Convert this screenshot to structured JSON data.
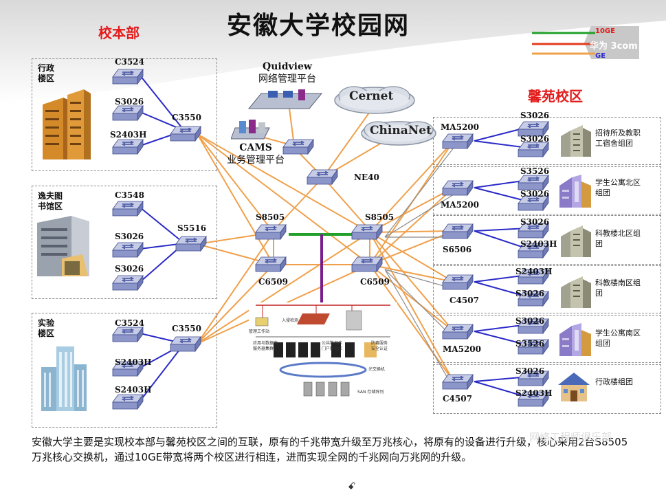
{
  "title": "安徽大学校园网",
  "campus_main": "校本部",
  "campus_xinyuan": "馨苑校区",
  "legend": {
    "items": [
      {
        "label": "10GE",
        "color": "#22a02a"
      },
      {
        "label": "华为 3com",
        "color": "#e43b1b"
      },
      {
        "label": "GE",
        "color": "#f0a04a"
      }
    ]
  },
  "clouds": [
    "Cernet",
    "ChinaNet"
  ],
  "mgmt": {
    "quidview_1": "Quidview",
    "quidview_2": "网络管理平台",
    "cams_1": "CAMS",
    "cams_2": "业务管理平台"
  },
  "core": {
    "ne40": "NE40",
    "s8505_l": "S8505",
    "s8505_r": "S8505",
    "c6509_l": "C6509",
    "c6509_r": "C6509"
  },
  "zones_left": [
    {
      "name": "行政楼区",
      "line1": "行政",
      "line2": "楼区",
      "agg": "C3550",
      "access": [
        "C3524",
        "S3026",
        "S2403H"
      ]
    },
    {
      "name": "逸夫图书馆区",
      "line1": "逸夫图",
      "line2": "书馆区",
      "agg": "S5516",
      "access": [
        "C3548",
        "S3026",
        "S3026"
      ]
    },
    {
      "name": "实验楼区",
      "line1": "实验",
      "line2": "楼区",
      "agg": "C3550",
      "access": [
        "C3524",
        "S2403H",
        "S2403H"
      ]
    }
  ],
  "zones_right": [
    {
      "agg": "MA5200",
      "access": [
        "S3026",
        "S3026"
      ],
      "label_1": "招待所及教职",
      "label_2": "工宿舍组团"
    },
    {
      "agg": "MA5200",
      "access": [
        "S3526",
        "S3026"
      ],
      "label_1": "学生公寓北区",
      "label_2": "组团"
    },
    {
      "agg": "S6506",
      "access": [
        "S3026",
        "S2403H"
      ],
      "label_1": "科教楼北区组",
      "label_2": "团"
    },
    {
      "agg": "C4507",
      "access": [
        "S2403H",
        "S3026"
      ],
      "label_1": "科教楼南区组",
      "label_2": "团"
    },
    {
      "agg": "MA5200",
      "access": [
        "S3026",
        "S3526"
      ],
      "label_1": "学生公寓南区",
      "label_2": "组团"
    },
    {
      "agg": "C4507",
      "access": [
        "S3026",
        "S2403H"
      ],
      "label_1": "行政楼组团",
      "label_2": ""
    }
  ],
  "server_area": {
    "top": "入侵检测",
    "left": "管理工作站",
    "mid_1": "应用与数据库",
    "mid_2": "服务器集群",
    "mid_3": "公共数据库",
    "mid_4": "门户数据库",
    "mid_5": "防毒服务",
    "mid_6": "安全认证",
    "san": "光交换机",
    "storage": "SAN 存储阵列"
  },
  "caption": "安徽大学主要是实现校本部与馨苑校区之间的互联，原有的千兆带宽升级至万兆核心，将原有的设备进行升级，核心采用2台S8505万兆核心交换机，通过10GE带宽将两个校区进行相连，进而实现全网的千兆网向万兆网的升级。",
  "watermark": "网络工程师俱乐部"
}
